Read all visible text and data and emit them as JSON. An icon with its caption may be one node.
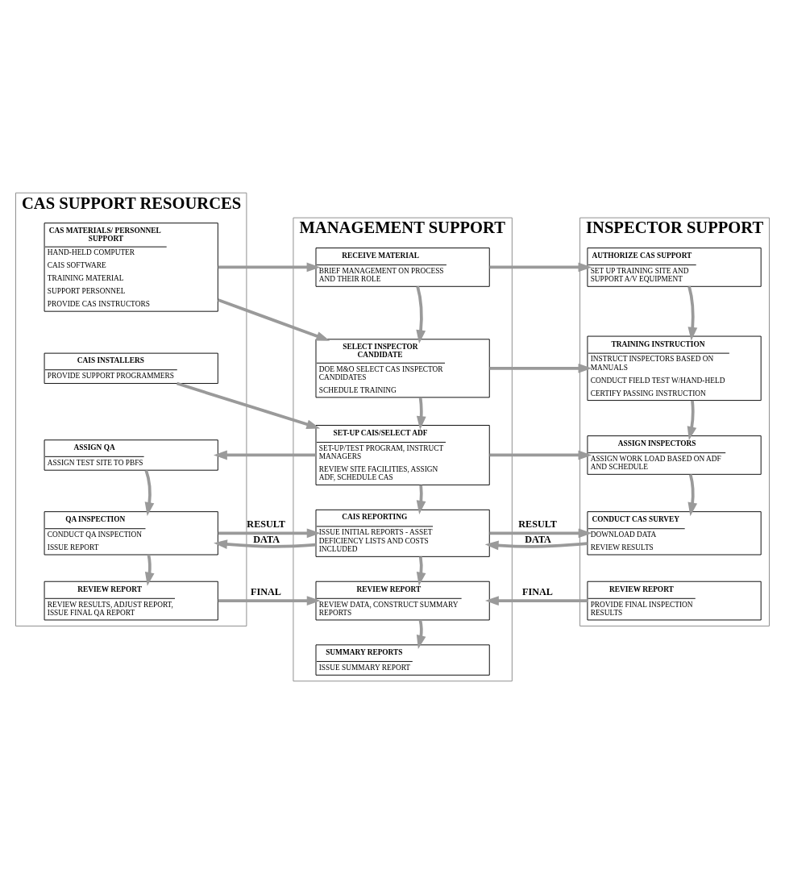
{
  "diagram": {
    "nodes": [
      {
        "text": [
          "CAS SUPPORT RESOURCES"
        ]
      },
      {
        "text": [
          "CAS MATERIALS/ PERSONNEL SUPPORT",
          "HAND-HELD COMPUTER",
          "CAIS SOFTWARE",
          "TRAINING MATERIAL",
          "SUPPORT PERSONNEL",
          "PROVIDE CAS INSTRUCTORS"
        ],
        "in": 0
      },
      {
        "text": [
          "CAIS INSTALLERS",
          "PROVIDE SUPPORT PROGRAMMERS"
        ],
        "in": 0
      },
      {
        "text": [
          "ASSIGN QA",
          "ASSIGN TEST SITE TO PBFS"
        ],
        "in": 0
      },
      {
        "text": [
          "QA INSPECTION",
          "CONDUCT QA INSPECTION",
          "ISSUE REPORT"
        ],
        "in": 0
      },
      {
        "text": [
          "REVIEW REPORT",
          "REVIEW RESULTS, ADJUST REPORT, ISSUE FINAL QA REPORT"
        ],
        "in": 0
      },
      {
        "text": [
          "MANAGEMENT SUPPORT"
        ]
      },
      {
        "text": [
          "RECEIVE MATERIAL",
          "BRIEF MANAGEMENT ON PROCESS AND THEIR ROLE"
        ],
        "in": 6
      },
      {
        "text": [
          "SELECT INSPECTOR CANDIDATE",
          "DOE M&O SELECT CAS INSPECTOR CANDIDATES",
          "SCHEDULE TRAINING"
        ],
        "in": 6
      },
      {
        "text": [
          "SET-UP CAIS/SELECT ADF",
          "SET-UP/TEST PROGRAM, INSTRUCT MANAGERS",
          "REVIEW SITE FACILITIES, ASSIGN ADF, SCHEDULE CAS"
        ],
        "in": 6
      },
      {
        "text": [
          "CAIS REPORTING",
          "ISSUE INITIAL REPORTS - ASSET DEFICIENCY LISTS AND COSTS INCLUDED"
        ],
        "in": 6
      },
      {
        "text": [
          "REVIEW REPORT",
          "REVIEW DATA, CONSTRUCT SUMMARY REPORTS"
        ],
        "in": 6
      },
      {
        "text": [
          "SUMMARY REPORTS",
          "ISSUE SUMMARY REPORT"
        ],
        "in": 6
      },
      {
        "text": [
          "INSPECTOR SUPPORT"
        ]
      },
      {
        "text": [
          "AUTHORIZE CAS SUPPORT",
          "SET UP TRAINING SITE AND SUPPORT A/V EQUIPMENT"
        ],
        "in": 13
      },
      {
        "text": [
          "TRAINING INSTRUCTION",
          "INSTRUCT INSPECTORS BASED ON MANUALS",
          "CONDUCT FIELD TEST W/HAND-HELD",
          "CERTIFY PASSING INSTRUCTION"
        ],
        "in": 13
      },
      {
        "text": [
          "ASSIGN INSPECTORS",
          "ASSIGN WORK LOAD BASED ON ADF AND SCHEDULE"
        ],
        "in": 13
      },
      {
        "text": [
          "CONDUCT CAS SURVEY",
          "DOWNLOAD DATA",
          "REVIEW RESULTS"
        ],
        "in": 13
      },
      {
        "text": [
          "REVIEW REPORT",
          "PROVIDE FINAL INSPECTION RESULTS"
        ],
        "in": 13
      }
    ],
    "edges": [
      {
        "from": 1,
        "to": 7,
        "arrow": "to"
      },
      {
        "from": 1,
        "to": 8,
        "arrow": "to"
      },
      {
        "from": 2,
        "to": 9,
        "arrow": "to"
      },
      {
        "from": 9,
        "to": 3,
        "arrow": "to"
      },
      {
        "from": 3,
        "to": 4,
        "arrow": "to"
      },
      {
        "from": 10,
        "to": 4,
        "arrow": "to",
        "label": "DATA"
      },
      {
        "from": 4,
        "to": 10,
        "arrow": "to",
        "label": "RESULT"
      },
      {
        "from": 4,
        "to": 5,
        "arrow": "to"
      },
      {
        "from": 5,
        "to": 11,
        "arrow": "to",
        "label": "FINAL"
      },
      {
        "from": 7,
        "to": 8,
        "arrow": "to"
      },
      {
        "from": 8,
        "to": 9,
        "arrow": "to"
      },
      {
        "from": 9,
        "to": 10,
        "arrow": "to"
      },
      {
        "from": 10,
        "to": 11,
        "arrow": "to"
      },
      {
        "from": 11,
        "to": 12,
        "arrow": "to"
      },
      {
        "from": 7,
        "to": 14,
        "arrow": "to"
      },
      {
        "from": 8,
        "to": 15,
        "arrow": "to"
      },
      {
        "from": 9,
        "to": 16,
        "arrow": "to"
      },
      {
        "from": 14,
        "to": 15,
        "arrow": "to"
      },
      {
        "from": 15,
        "to": 16,
        "arrow": "to"
      },
      {
        "from": 16,
        "to": 17,
        "arrow": "to"
      },
      {
        "from": 17,
        "to": 10,
        "arrow": "to",
        "label": "DATA"
      },
      {
        "from": 10,
        "to": 17,
        "arrow": "to",
        "label": "RESULT"
      },
      {
        "from": 18,
        "to": 11,
        "arrow": "to",
        "label": "FINAL"
      }
    ]
  }
}
